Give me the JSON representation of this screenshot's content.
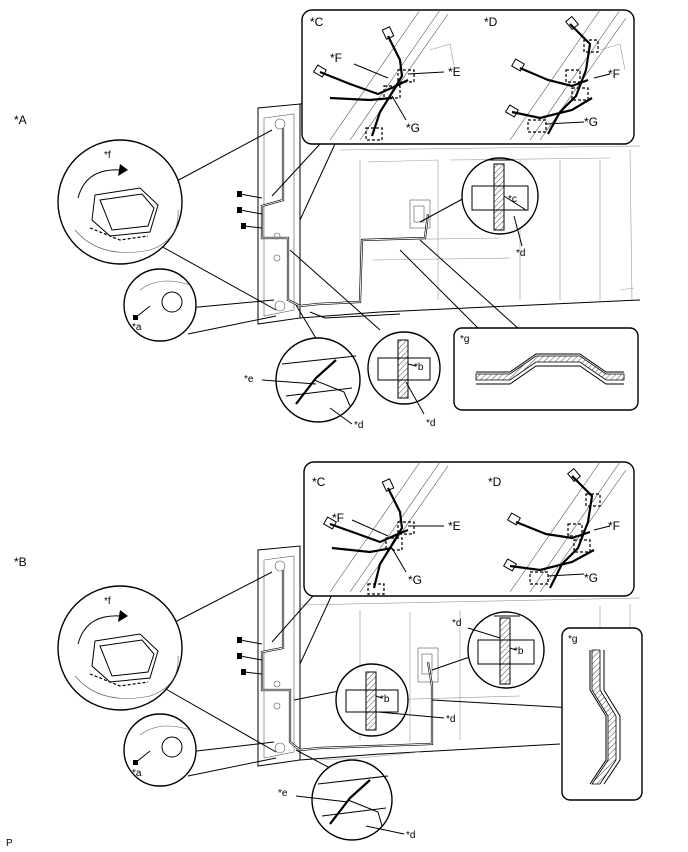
{
  "labels": {
    "A": "*A",
    "B": "*B",
    "a": "*a",
    "b": "*b",
    "c": "*c",
    "d": "*d",
    "e": "*e",
    "f": "*f",
    "g": "*g",
    "C": "*C",
    "D": "*D",
    "E": "*E",
    "F": "*F",
    "G": "*G"
  },
  "footer_code": "P"
}
